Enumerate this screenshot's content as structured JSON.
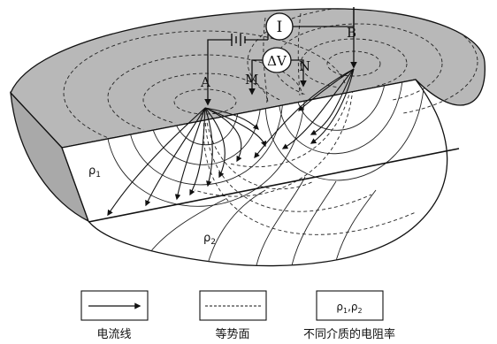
{
  "diagram": {
    "meter_current": "I",
    "meter_voltage": "ΔV",
    "electrode_a": "A",
    "electrode_m": "M",
    "electrode_n": "N",
    "electrode_b": "B",
    "layer_1": "ρ",
    "layer_1_sub": "1",
    "layer_2": "ρ",
    "layer_2_sub": "2"
  },
  "legend": {
    "current_line_label": "电流线",
    "equipotential_label": "等势面",
    "resistivity_symbols_main": "ρ",
    "resistivity_symbols_sub1": "1",
    "resistivity_symbols_sep": ",ρ",
    "resistivity_symbols_sub2": "2",
    "resistivity_label": "不同介质的电阻率"
  },
  "colors": {
    "top_surface": "#b8b8b8",
    "side_wall": "#a9a9a9",
    "line": "#111111"
  }
}
